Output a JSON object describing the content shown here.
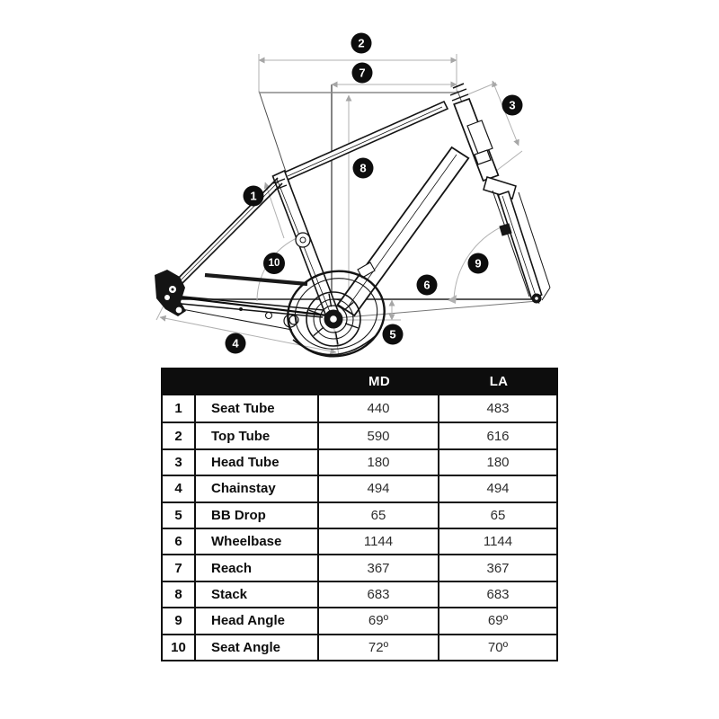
{
  "diagram": {
    "title": "bike-frame-geometry-drawing",
    "badge_labels": [
      "1",
      "2",
      "3",
      "4",
      "5",
      "6",
      "7",
      "8",
      "9",
      "10"
    ],
    "colors": {
      "frame_line": "#141414",
      "dim_line": "#aeaeae",
      "badge_bg": "#0d0d0d",
      "badge_text": "#ffffff"
    }
  },
  "table": {
    "header": {
      "md": "MD",
      "la": "LA"
    },
    "rows": [
      {
        "num": "1",
        "label": "Seat Tube",
        "md": "440",
        "la": "483"
      },
      {
        "num": "2",
        "label": "Top Tube",
        "md": "590",
        "la": "616"
      },
      {
        "num": "3",
        "label": "Head Tube",
        "md": "180",
        "la": "180"
      },
      {
        "num": "4",
        "label": "Chainstay",
        "md": "494",
        "la": "494"
      },
      {
        "num": "5",
        "label": "BB Drop",
        "md": "65",
        "la": "65"
      },
      {
        "num": "6",
        "label": "Wheelbase",
        "md": "1144",
        "la": "1144"
      },
      {
        "num": "7",
        "label": "Reach",
        "md": "367",
        "la": "367"
      },
      {
        "num": "8",
        "label": "Stack",
        "md": "683",
        "la": "683"
      },
      {
        "num": "9",
        "label": "Head Angle",
        "md": "69º",
        "la": "69º"
      },
      {
        "num": "10",
        "label": "Seat Angle",
        "md": "72º",
        "la": "70º"
      }
    ]
  }
}
